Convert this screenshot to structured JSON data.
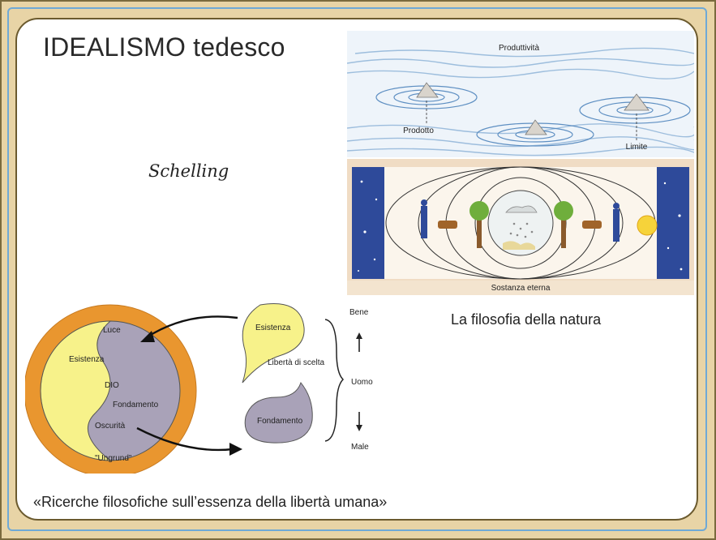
{
  "title": "IDEALISMO tedesco",
  "subtitle": "Schelling",
  "nature": {
    "caption": "La filosofia della natura",
    "top_labels": {
      "produttivita": "Produttività",
      "prodotto": "Prodotto",
      "limite": "Limite"
    },
    "bottom_label": "Sostanza eterna"
  },
  "diagram": {
    "luce": "Luce",
    "esistenza": "Esistenza",
    "dio": "DIO",
    "fondamento": "Fondamento",
    "oscurita": "Oscurità",
    "ungrund": "\"Ungrund\"",
    "right_esistenza": "Esistenza",
    "liberta": "Libertà di scelta",
    "right_fondamento": "Fondamento",
    "bene": "Bene",
    "uomo": "Uomo",
    "male": "Male"
  },
  "footer": "«Ricerche filosofiche sull’essenza della libertà umana»",
  "colors": {
    "frame": "#e8d4a6",
    "frame_border_blue": "#6fa9d6",
    "orange_ring": "#e9962f",
    "yellow": "#f7f28a",
    "grey_purple": "#a9a2b8",
    "night_blue": "#2e4a9a"
  }
}
